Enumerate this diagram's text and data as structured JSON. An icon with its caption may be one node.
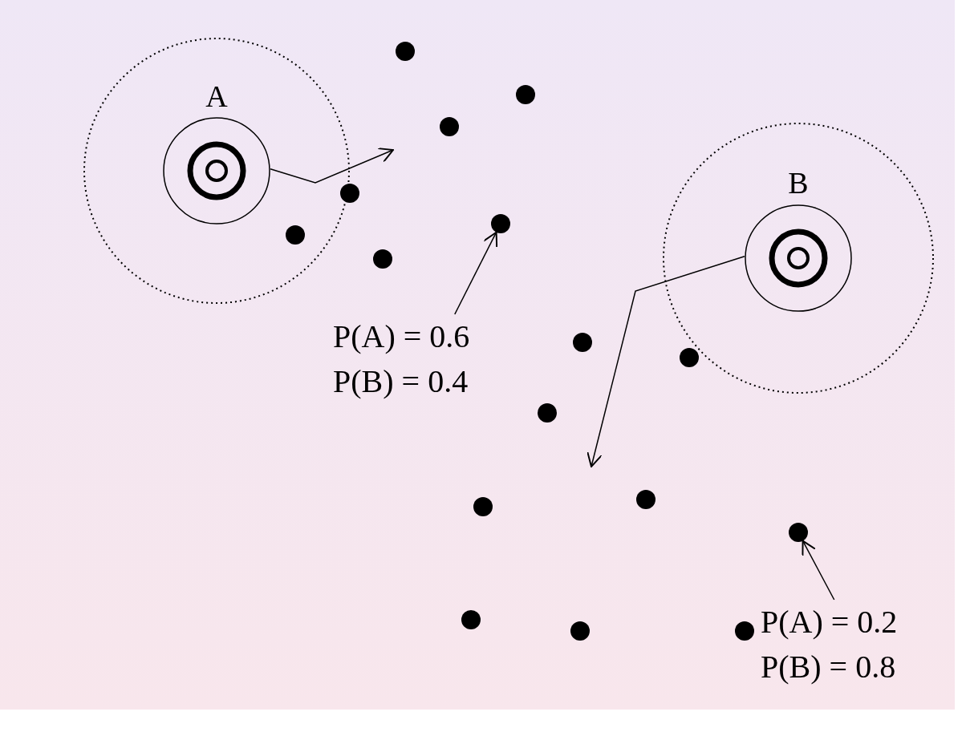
{
  "diagram": {
    "nodes": [
      {
        "text": [
          "A"
        ]
      },
      {
        "text": [
          "B"
        ]
      },
      {
        "text": [],
        "shape": "circle"
      },
      {
        "text": [],
        "shape": "circle"
      },
      {
        "text": [],
        "shape": "circle"
      },
      {
        "text": [],
        "shape": "circle"
      },
      {
        "text": [],
        "shape": "circle"
      },
      {
        "text": [],
        "shape": "circle"
      },
      {
        "text": [],
        "shape": "circle"
      },
      {
        "text": [],
        "shape": "circle"
      },
      {
        "text": [],
        "shape": "circle"
      },
      {
        "text": [],
        "shape": "circle"
      },
      {
        "text": [],
        "shape": "circle"
      },
      {
        "text": [],
        "shape": "circle"
      },
      {
        "text": [],
        "shape": "circle"
      },
      {
        "text": [],
        "shape": "circle"
      },
      {
        "text": [],
        "shape": "circle"
      },
      {
        "text": [],
        "shape": "circle"
      },
      {
        "text": [
          "P(A) = 0.6",
          "P(B) = 0.4"
        ]
      },
      {
        "text": [
          "P(A) = 0.2",
          "P(B) = 0.8"
        ]
      }
    ],
    "edges": [
      {
        "from": 0,
        "to": null,
        "arrow": "to"
      },
      {
        "from": 1,
        "to": null,
        "arrow": "to"
      },
      {
        "from": 18,
        "to": 6,
        "arrow": "to"
      },
      {
        "from": 19,
        "to": 14,
        "arrow": "to"
      }
    ]
  }
}
